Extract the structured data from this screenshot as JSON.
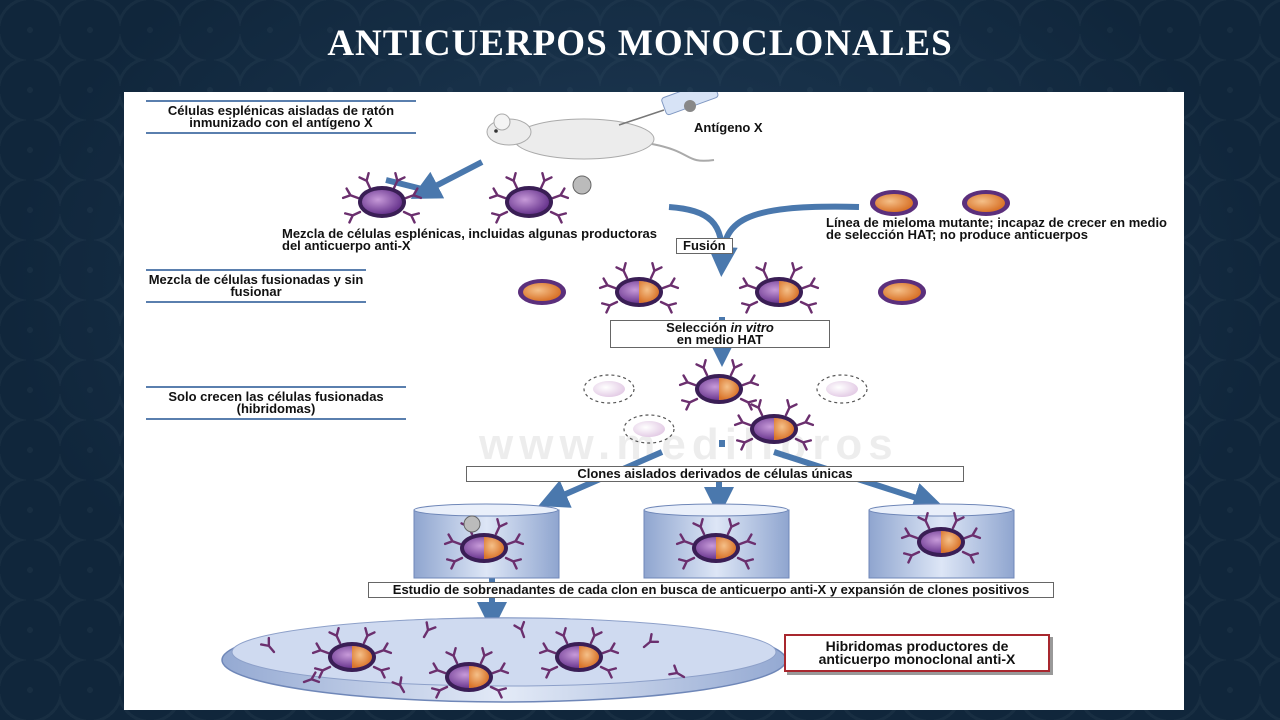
{
  "slide": {
    "title": "ANTICUERPOS MONOCLONALES"
  },
  "figure": {
    "side_labels": {
      "spleen": "Células esplénicas aisladas de ratón inmunizado con el antígeno X",
      "fused_mix": "Mezcla de células fusionadas y sin fusionar",
      "only_fused": "Solo crecen las células fusionadas (hibridomas)"
    },
    "antigen_label": "Antígeno X",
    "spleen_mix_label": "Mezcla de células esplénicas, incluidas algunas productoras del anticuerpo anti-X",
    "myeloma_label": "Línea de mieloma mutante; incapaz de crecer en medio de selección HAT; no produce anticuerpos",
    "fusion_label": "Fusión",
    "selection_label_pre": "Selección ",
    "selection_label_em": "in vitro",
    "selection_label_post": "en medio HAT",
    "clones_label": "Clones aislados derivados de células únicas",
    "screening_label": "Estudio de sobrenadantes de cada clon en busca de anticuerpo anti-X y expansión de clones positivos",
    "result_label": "Hibridomas productores de anticuerpo monoclonal anti-X",
    "watermark": "www.medilibros",
    "colors": {
      "arrow": "#4a78ad",
      "cell_membrane": "#5b2f7c",
      "myeloma": "#e68a3c",
      "antibody": "#6b2f6e",
      "result_border": "#a8272e"
    }
  }
}
